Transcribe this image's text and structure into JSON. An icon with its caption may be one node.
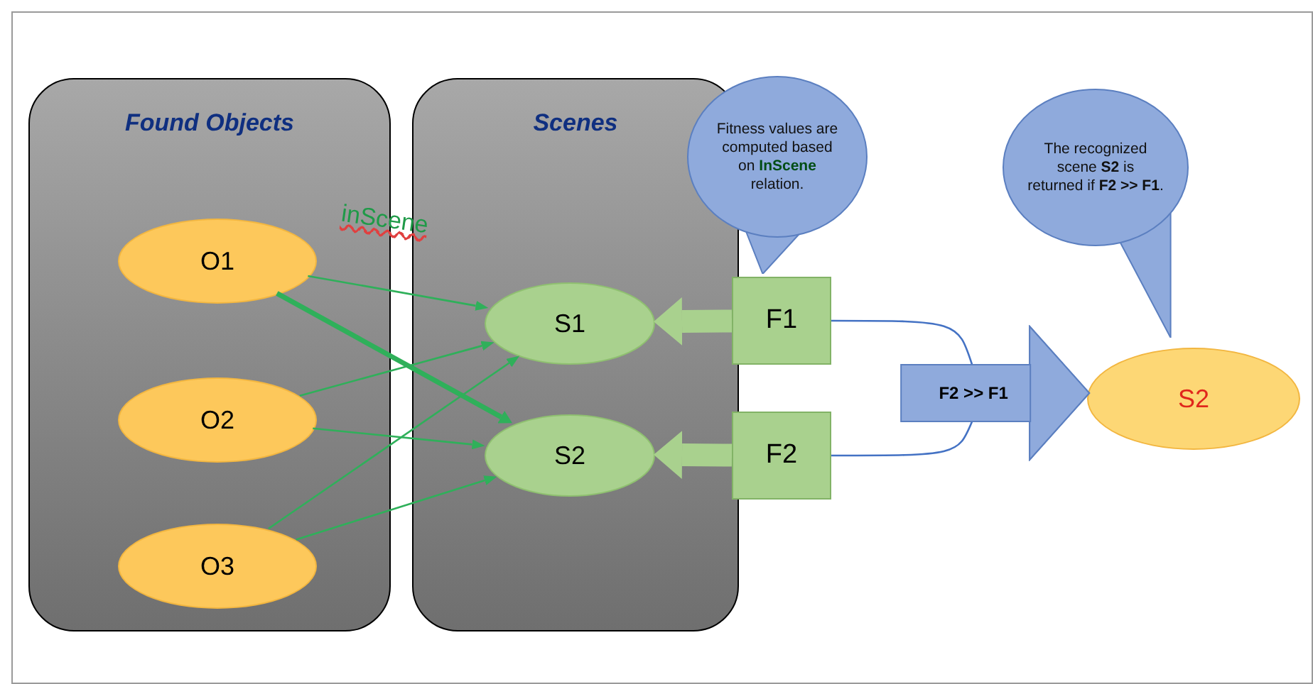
{
  "diagram": {
    "nodes": [
      {
        "text": [
          "Found Objects"
        ]
      },
      {
        "text": [
          "O1"
        ],
        "in": 0
      },
      {
        "text": [
          "O2"
        ],
        "in": 0
      },
      {
        "text": [
          "O3"
        ],
        "in": 0
      },
      {
        "text": [
          "Scenes"
        ]
      },
      {
        "text": [
          "S1"
        ],
        "in": 4
      },
      {
        "text": [
          "S2"
        ],
        "in": 4
      },
      {
        "text": [
          "F1"
        ]
      },
      {
        "text": [
          "F2"
        ]
      },
      {
        "text": [
          "Fitness values are computed based on **InScene** relation."
        ]
      },
      {
        "text": [
          "The recognized scene **S2** is returned if **F2 >> F1**."
        ]
      },
      {
        "text": [
          "S2"
        ]
      }
    ],
    "edges": [
      {
        "from": 1,
        "to": 5,
        "arrow": "to"
      },
      {
        "from": 1,
        "to": 6,
        "arrow": "to",
        "label": "inScene",
        "style": "thick"
      },
      {
        "from": 2,
        "to": 5,
        "arrow": "to"
      },
      {
        "from": 2,
        "to": 6,
        "arrow": "to"
      },
      {
        "from": 3,
        "to": 5,
        "arrow": "to"
      },
      {
        "from": 3,
        "to": 6,
        "arrow": "to"
      },
      {
        "from": 7,
        "to": 5,
        "arrow": "to",
        "style": "thick",
        "color": "#a9d18e"
      },
      {
        "from": 8,
        "to": 6,
        "arrow": "to",
        "style": "thick",
        "color": "#a9d18e"
      },
      {
        "from": 7,
        "to": 11,
        "arrow": "to",
        "label": "F2 >> F1",
        "color": "#4472c4"
      },
      {
        "from": 8,
        "to": 11,
        "arrow": "to",
        "color": "#4472c4"
      }
    ]
  }
}
